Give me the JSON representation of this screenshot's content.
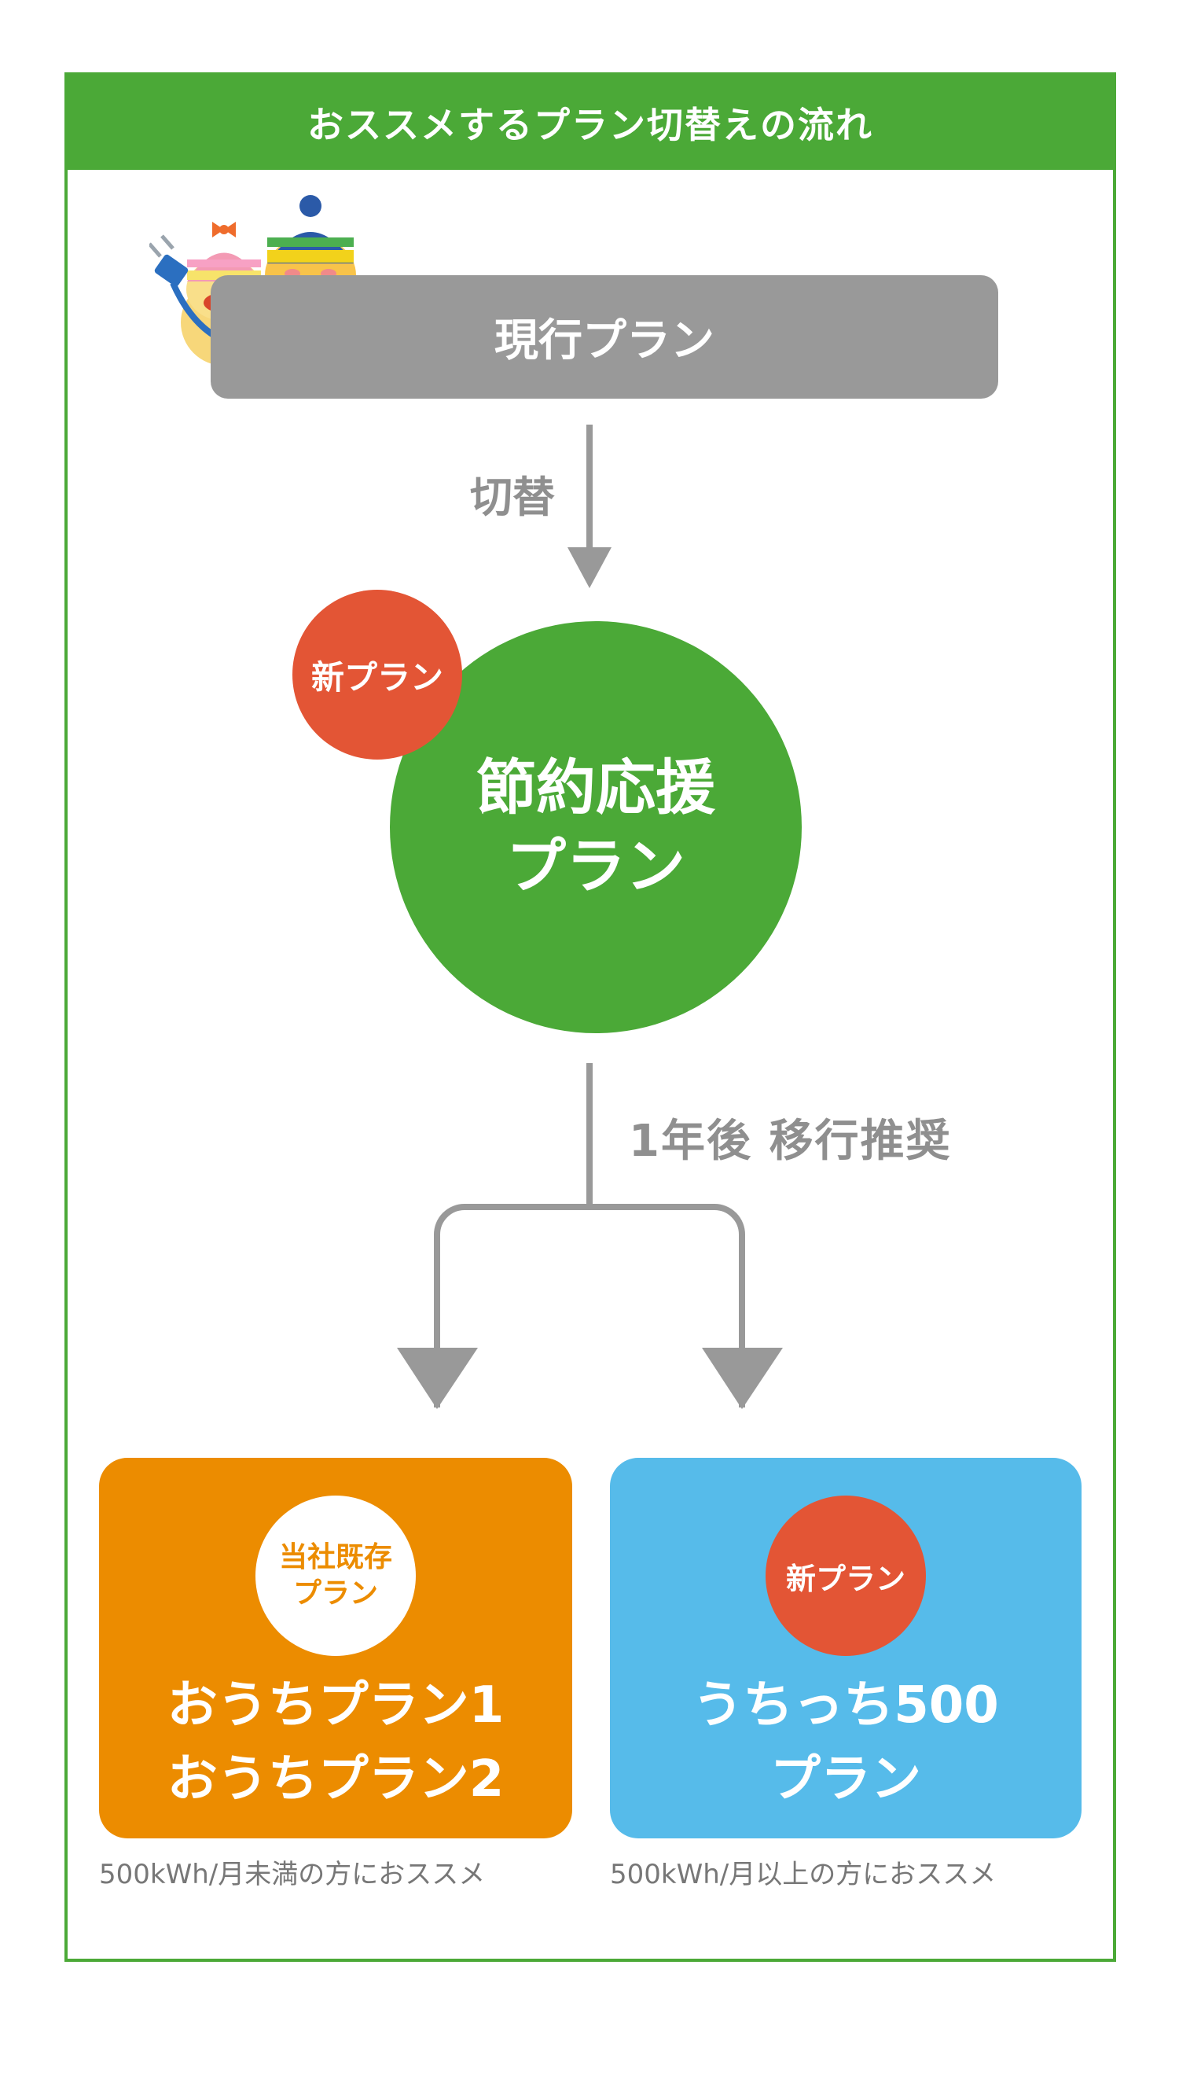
{
  "header": {
    "title": "おススメするプラン切替えの流れ"
  },
  "current_plan": {
    "label": "現行プラン"
  },
  "flow": {
    "switch_label": "切替",
    "after_label": "1年後 移行推奨"
  },
  "new_plan": {
    "badge": "新プラン",
    "title_line1": "節約応援",
    "title_line2": "プラン"
  },
  "options": [
    {
      "badge_line1": "当社既存",
      "badge_line2": "プラン",
      "title_line1": "おうちプラン1",
      "title_line2": "おうちプラン2",
      "note": "500kWh/月未満の方におススメ"
    },
    {
      "badge": "新プラン",
      "title_line1": "うちっち500",
      "title_line2": "プラン",
      "note": "500kWh/月以上の方におススメ"
    }
  ],
  "colors": {
    "green": "#4ba937",
    "gray": "#999999",
    "red": "#e35535",
    "orange": "#ec8c00",
    "blue": "#56bbea"
  },
  "icons": [
    "duck-mascot-pair-icon",
    "plug-icon"
  ]
}
